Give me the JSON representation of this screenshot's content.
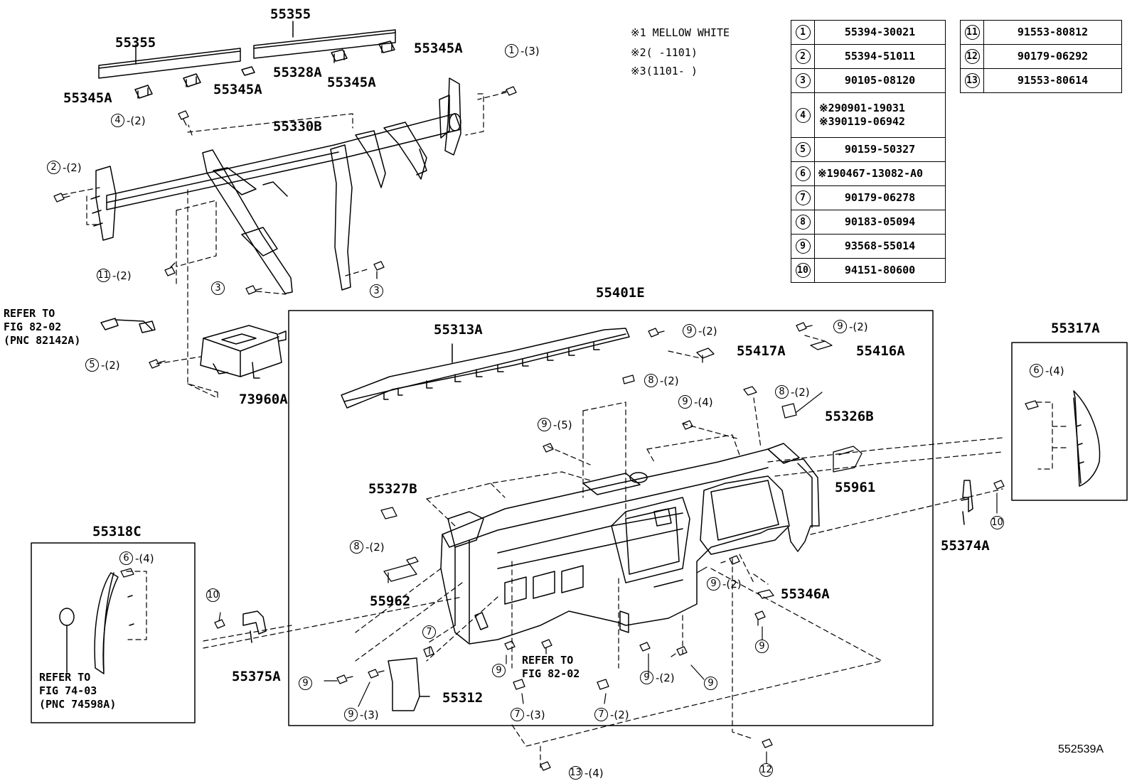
{
  "diagram_code": "552539A",
  "notes": [
    {
      "mark": "※1",
      "text": "MELLOW WHITE"
    },
    {
      "mark": "※2",
      "text": "(    -1101)"
    },
    {
      "mark": "※3",
      "text": "(1101-    )"
    }
  ],
  "parts_table_left": [
    {
      "key": "1",
      "lines": [
        "55394-30021"
      ]
    },
    {
      "key": "2",
      "lines": [
        "55394-51011"
      ]
    },
    {
      "key": "3",
      "lines": [
        "90105-08120"
      ]
    },
    {
      "key": "4",
      "lines": [
        "※290901-19031",
        "※390119-06942"
      ]
    },
    {
      "key": "5",
      "lines": [
        "90159-50327"
      ]
    },
    {
      "key": "6",
      "lines": [
        "※190467-13082-A0"
      ]
    },
    {
      "key": "7",
      "lines": [
        "90179-06278"
      ]
    },
    {
      "key": "8",
      "lines": [
        "90183-05094"
      ]
    },
    {
      "key": "9",
      "lines": [
        "93568-55014"
      ]
    },
    {
      "key": "10",
      "lines": [
        "94151-80600"
      ]
    }
  ],
  "parts_table_right": [
    {
      "key": "11",
      "lines": [
        "91553-80812"
      ]
    },
    {
      "key": "12",
      "lines": [
        "90179-06292"
      ]
    },
    {
      "key": "13",
      "lines": [
        "91553-80614"
      ]
    }
  ],
  "labels": {
    "l55355a": "55355",
    "l55355b": "55355",
    "l55345a1": "55345A",
    "l55345a2": "55345A",
    "l55345a3": "55345A",
    "l55345a4": "55345A",
    "l55328a": "55328A",
    "l55330b": "55330B",
    "l73960a": "73960A",
    "l55401e": "55401E",
    "l55313a": "55313A",
    "l55417a": "55417A",
    "l55416a": "55416A",
    "l55317a": "55317A",
    "l55326b": "55326B",
    "l55961": "55961",
    "l55374a": "55374A",
    "l55327b": "55327B",
    "l55962": "55962",
    "l55346a": "55346A",
    "l55318c": "55318C",
    "l55375a": "55375A",
    "l55312": "55312"
  },
  "refers": {
    "r1": "REFER TO\nFIG 82-02\n(PNC 82142A)",
    "r2": "REFER TO\nFIG 82-02",
    "r3": "REFER TO\nFIG 74-03\n(PNC 74598A)"
  },
  "callouts": [
    {
      "id": "c1",
      "num": "1",
      "qty": "-(3)"
    },
    {
      "id": "c2",
      "num": "4",
      "qty": "-(2)"
    },
    {
      "id": "c3",
      "num": "2",
      "qty": "-(2)"
    },
    {
      "id": "c4",
      "num": "11",
      "qty": "-(2)"
    },
    {
      "id": "c5",
      "num": "3",
      "qty": ""
    },
    {
      "id": "c6",
      "num": "3",
      "qty": ""
    },
    {
      "id": "c7",
      "num": "5",
      "qty": "-(2)"
    },
    {
      "id": "c8",
      "num": "9",
      "qty": "-(2)"
    },
    {
      "id": "c9",
      "num": "9",
      "qty": "-(2)"
    },
    {
      "id": "c10",
      "num": "8",
      "qty": "-(2)"
    },
    {
      "id": "c11",
      "num": "8",
      "qty": "-(2)"
    },
    {
      "id": "c12",
      "num": "9",
      "qty": "-(4)"
    },
    {
      "id": "c13",
      "num": "9",
      "qty": "-(5)"
    },
    {
      "id": "c14",
      "num": "6",
      "qty": "-(4)"
    },
    {
      "id": "c15",
      "num": "10",
      "qty": ""
    },
    {
      "id": "c16",
      "num": "8",
      "qty": "-(2)"
    },
    {
      "id": "c17",
      "num": "6",
      "qty": "-(4)"
    },
    {
      "id": "c18",
      "num": "10",
      "qty": ""
    },
    {
      "id": "c19",
      "num": "9",
      "qty": "-(2)"
    },
    {
      "id": "c20",
      "num": "9",
      "qty": ""
    },
    {
      "id": "c21",
      "num": "7",
      "qty": ""
    },
    {
      "id": "c22",
      "num": "9",
      "qty": ""
    },
    {
      "id": "c23",
      "num": "9",
      "qty": ""
    },
    {
      "id": "c24",
      "num": "9",
      "qty": "-(3)"
    },
    {
      "id": "c25",
      "num": "7",
      "qty": "-(3)"
    },
    {
      "id": "c26",
      "num": "7",
      "qty": "-(2)"
    },
    {
      "id": "c27",
      "num": "9",
      "qty": "-(2)"
    },
    {
      "id": "c28",
      "num": "9",
      "qty": ""
    },
    {
      "id": "c29",
      "num": "13",
      "qty": "-(4)"
    },
    {
      "id": "c30",
      "num": "12",
      "qty": ""
    }
  ]
}
